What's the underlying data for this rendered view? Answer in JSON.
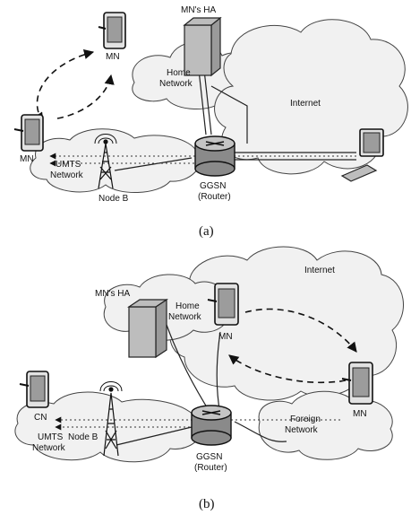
{
  "panel_a": {
    "labels": {
      "mn_top": "MN",
      "mn_left": "MN",
      "ha": "MN's HA",
      "home_network_1": "Home",
      "home_network_2": "Network",
      "internet": "Internet",
      "umts_1": "UMTS",
      "umts_2": "Network",
      "node_b": "Node B",
      "ggsn_1": "GGSN",
      "ggsn_2": "(Router)"
    },
    "caption": "(a)"
  },
  "panel_b": {
    "labels": {
      "ha": "MN's HA",
      "home_network_1": "Home",
      "home_network_2": "Network",
      "internet": "Internet",
      "mn_mid": "MN",
      "mn_right": "MN",
      "cn": "CN",
      "umts_1": "UMTS",
      "umts_2": "Network",
      "node_b": "Node B",
      "foreign_1": "Foreign",
      "foreign_2": "Network",
      "ggsn_1": "GGSN",
      "ggsn_2": "(Router)"
    },
    "caption": "(b)"
  }
}
